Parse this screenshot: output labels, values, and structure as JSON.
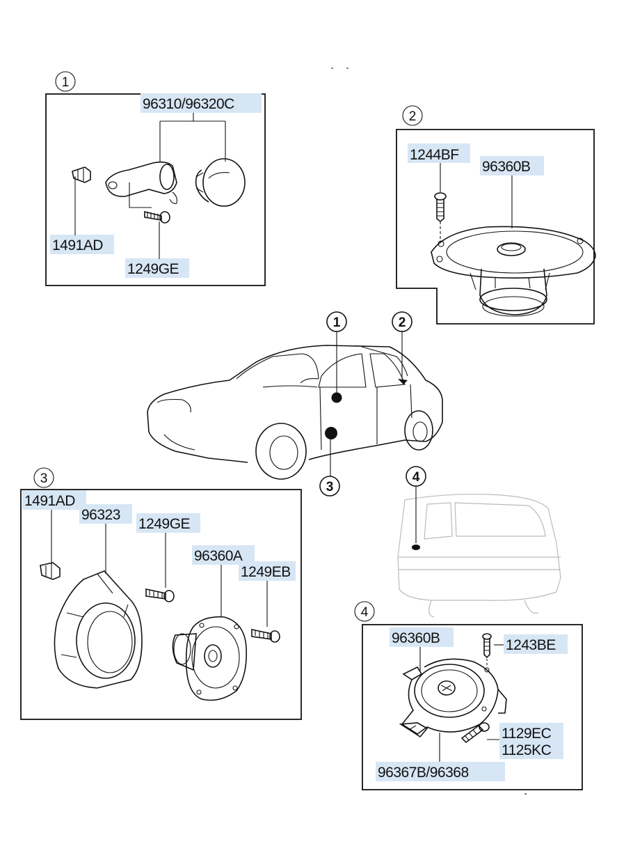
{
  "sections": [
    {
      "id": "1",
      "number": "1",
      "parts": [
        "96310/96320C",
        "1491AD",
        "1249GE"
      ]
    },
    {
      "id": "2",
      "number": "2",
      "parts": [
        "1244BF",
        "96360B"
      ]
    },
    {
      "id": "3",
      "number": "3",
      "parts": [
        "1491AD",
        "96323",
        "1249GE",
        "96360A",
        "1249EB"
      ]
    },
    {
      "id": "4",
      "number": "4",
      "parts": [
        "96360B",
        "1243BE",
        "1129EC",
        "1125KC",
        "96367B/96368"
      ]
    }
  ],
  "car_callouts": [
    "1",
    "2",
    "3",
    "4"
  ],
  "colors": {
    "label_highlight": "#d7e6f4",
    "line": "#111111",
    "faint_line": "#bbbbbb"
  }
}
